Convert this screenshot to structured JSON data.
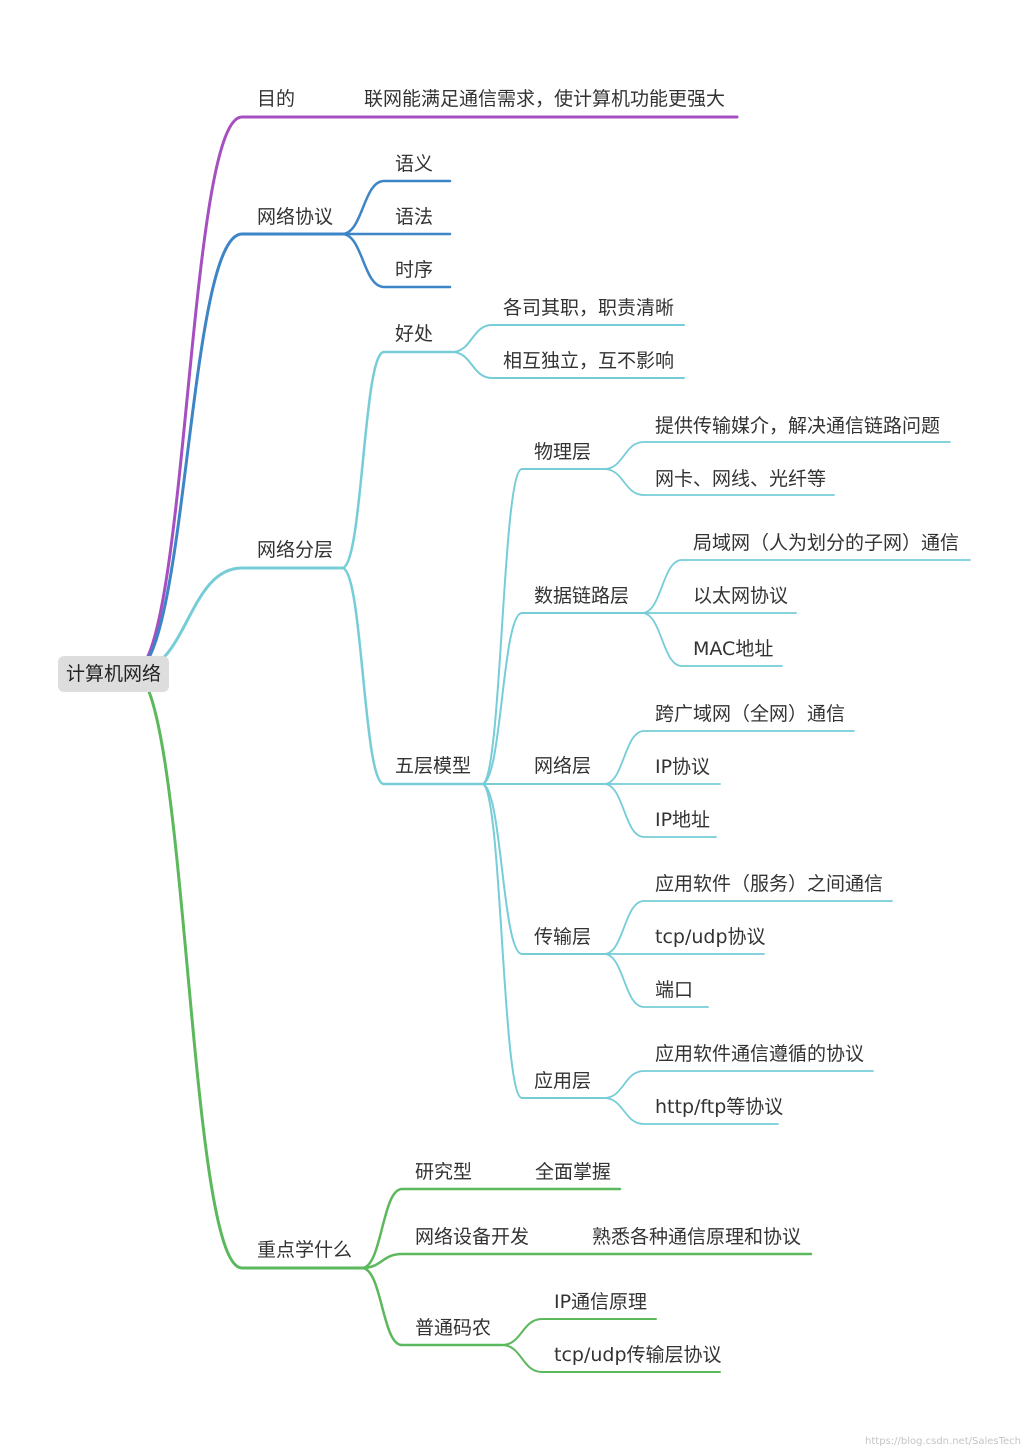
{
  "root": "计算机网络",
  "colors": {
    "purpose": "#a54fc1",
    "protocol": "#3d85c6",
    "layering": "#76cdd8",
    "focus": "#5cb85c"
  },
  "branches": {
    "purpose": {
      "label": "目的",
      "detail": "联网能满足通信需求，使计算机功能更强大"
    },
    "protocol": {
      "label": "网络协议",
      "items": [
        "语义",
        "语法",
        "时序"
      ]
    },
    "layering": {
      "label": "网络分层",
      "benefits": {
        "label": "好处",
        "items": [
          "各司其职，职责清晰",
          "相互独立，互不影响"
        ]
      },
      "model": {
        "label": "五层模型",
        "layers": [
          {
            "label": "物理层",
            "items": [
              "提供传输媒介，解决通信链路问题",
              "网卡、网线、光纤等"
            ]
          },
          {
            "label": "数据链路层",
            "items": [
              "局域网（人为划分的子网）通信",
              "以太网协议",
              "MAC地址"
            ]
          },
          {
            "label": "网络层",
            "items": [
              "跨广域网（全网）通信",
              "IP协议",
              "IP地址"
            ]
          },
          {
            "label": "传输层",
            "items": [
              "应用软件（服务）之间通信",
              "tcp/udp协议",
              "端口"
            ]
          },
          {
            "label": "应用层",
            "items": [
              "应用软件通信遵循的协议",
              "http/ftp等协议"
            ]
          }
        ]
      }
    },
    "focus": {
      "label": "重点学什么",
      "items": [
        {
          "label": "研究型",
          "detail": "全面掌握"
        },
        {
          "label": "网络设备开发",
          "detail": "熟悉各种通信原理和协议"
        },
        {
          "label": "普通码农",
          "items": [
            "IP通信原理",
            "tcp/udp传输层协议"
          ]
        }
      ]
    }
  },
  "watermark": "https://blog.csdn.net/SalesTech"
}
